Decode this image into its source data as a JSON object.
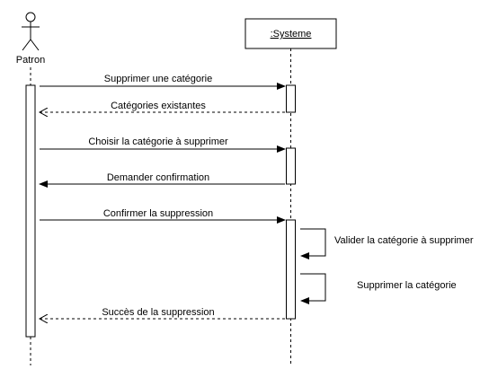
{
  "actor": {
    "name": "Patron"
  },
  "system": {
    "name": ":Systeme"
  },
  "messages": [
    {
      "label": "Supprimer une catégorie",
      "kind": "sync"
    },
    {
      "label": "Catégories existantes",
      "kind": "return"
    },
    {
      "label": "Choisir la catégorie à supprimer",
      "kind": "sync"
    },
    {
      "label": "Demander confirmation",
      "kind": "sync"
    },
    {
      "label": "Confirmer la suppression",
      "kind": "sync"
    },
    {
      "label": "Succès de la suppression",
      "kind": "return"
    }
  ],
  "self_messages": [
    {
      "label": "Valider la catégorie à supprimer"
    },
    {
      "label": "Supprimer la catégorie"
    }
  ],
  "colors": {
    "line": "#000000",
    "box_fill": "#ffffff"
  }
}
